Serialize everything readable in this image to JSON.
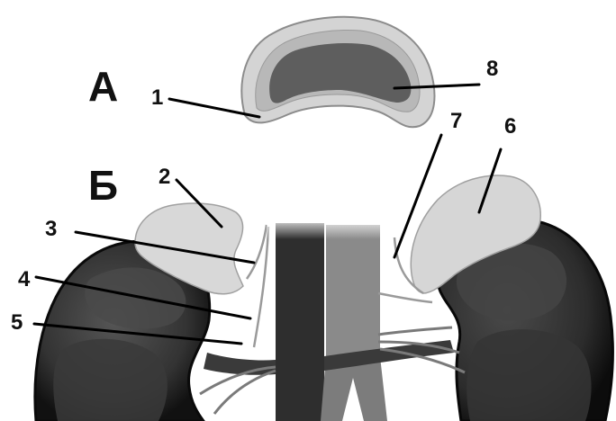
{
  "section_labels": {
    "a": "А",
    "b": "Б"
  },
  "callouts": [
    {
      "number": "1"
    },
    {
      "number": "2"
    },
    {
      "number": "3"
    },
    {
      "number": "4"
    },
    {
      "number": "5"
    },
    {
      "number": "6"
    },
    {
      "number": "7"
    },
    {
      "number": "8"
    }
  ],
  "colors": {
    "adrenal": "#dcdcdc",
    "adrenal_medulla": "#5f5f5f",
    "kidney": "#3c3c3c",
    "kidney_edge": "#0f0f0f",
    "vena_cava": "#2e2e2e",
    "aorta": "#8a8a8a",
    "vessels": "#7a7a7a"
  }
}
